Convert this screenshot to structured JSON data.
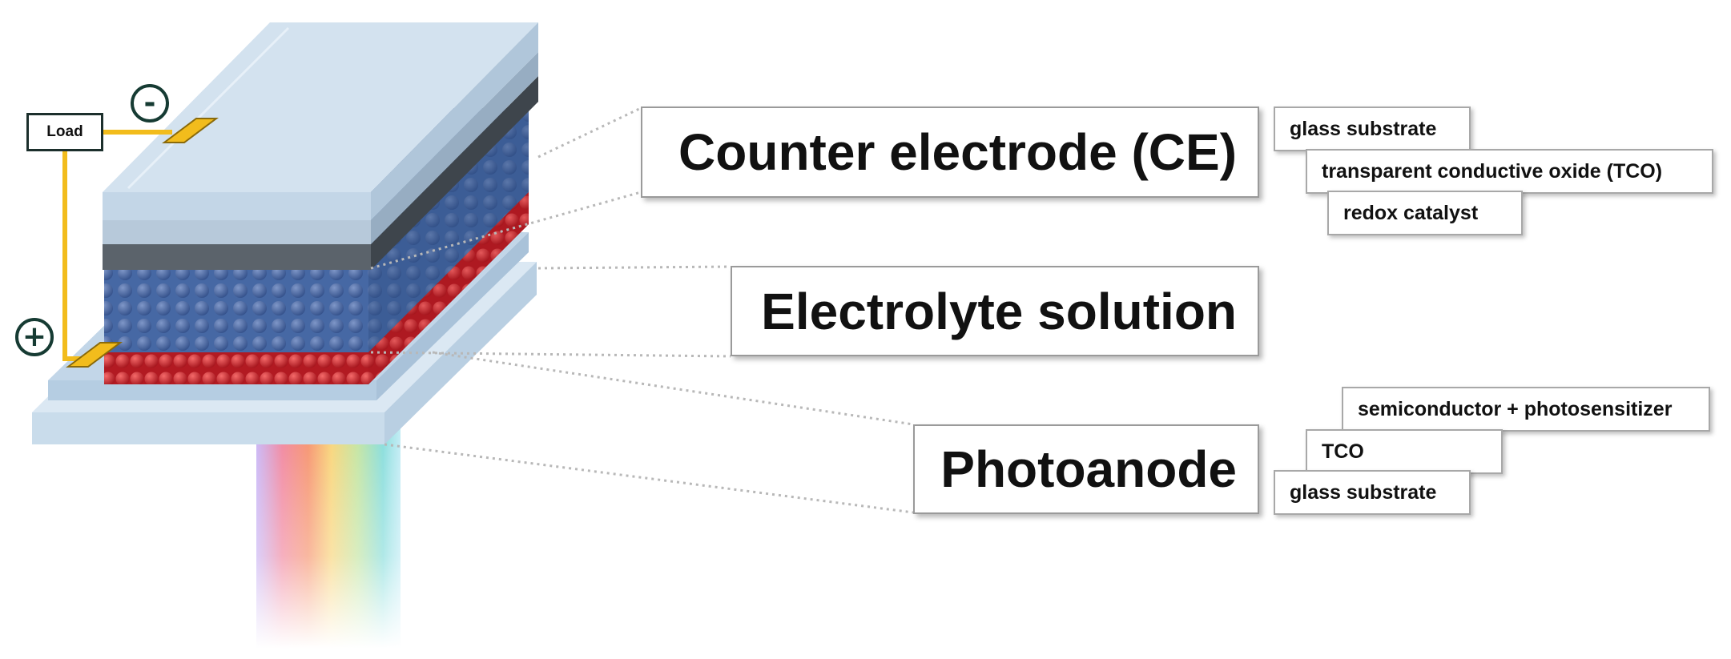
{
  "load_label": "Load",
  "terminals": {
    "negative": "-",
    "positive": "+"
  },
  "main_labels": {
    "counter_electrode": "Counter electrode (CE)",
    "electrolyte": "Electrolyte solution",
    "photoanode": "Photoanode"
  },
  "ce_layers": [
    "glass substrate",
    "transparent conductive oxide (TCO)",
    "redox catalyst"
  ],
  "photoanode_layers": [
    "semiconductor + photosensitizer",
    "TCO",
    "glass substrate"
  ],
  "colors": {
    "glass": "#cfe0ee",
    "tco": "#5f6a74",
    "electrolyte": "#3f6aa0",
    "semiconductor_spheres": "#c8202a",
    "wire": "#f2bc1c",
    "terminal_circle": "#163b33"
  }
}
